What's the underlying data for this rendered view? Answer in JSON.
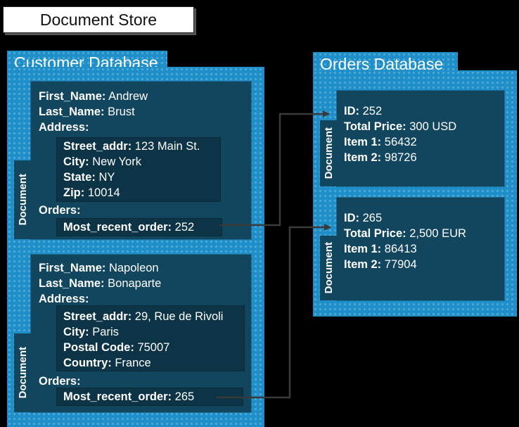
{
  "title": "Document Store",
  "doc_label": "Document",
  "customer_db": {
    "title": "Customer Database",
    "documents": [
      {
        "first_name_key": "First_Name:",
        "first_name": "Andrew",
        "last_name_key": "Last_Name:",
        "last_name": "Brust",
        "address_key": "Address:",
        "address": [
          {
            "key": "Street_addr:",
            "value": "123 Main St."
          },
          {
            "key": "City:",
            "value": "New York"
          },
          {
            "key": "State:",
            "value": "NY"
          },
          {
            "key": "Zip:",
            "value": "10014"
          }
        ],
        "orders_key": "Orders:",
        "recent_key": "Most_recent_order:",
        "recent_value": "252"
      },
      {
        "first_name_key": "First_Name:",
        "first_name": "Napoleon",
        "last_name_key": "Last_Name:",
        "last_name": "Bonaparte",
        "address_key": "Address:",
        "address": [
          {
            "key": "Street_addr:",
            "value": "29, Rue de Rivoli"
          },
          {
            "key": "City:",
            "value": "Paris"
          },
          {
            "key": "Postal Code:",
            "value": "75007"
          },
          {
            "key": "Country:",
            "value": "France"
          }
        ],
        "orders_key": "Orders:",
        "recent_key": "Most_recent_order:",
        "recent_value": "265"
      }
    ]
  },
  "orders_db": {
    "title": "Orders Database",
    "documents": [
      {
        "fields": [
          {
            "key": "ID:",
            "value": "252"
          },
          {
            "key": "Total Price:",
            "value": "300 USD"
          },
          {
            "key": "Item 1:",
            "value": "56432"
          },
          {
            "key": "Item 2:",
            "value": "98726"
          }
        ]
      },
      {
        "fields": [
          {
            "key": "ID:",
            "value": "265"
          },
          {
            "key": "Total Price:",
            "value": "2,500 EUR"
          },
          {
            "key": "Item 1:",
            "value": "86413"
          },
          {
            "key": "Item 2:",
            "value": "77904"
          }
        ]
      }
    ]
  },
  "colors": {
    "database_blue": "#1f8fc9",
    "document_navy": "#12465f",
    "subdocument_navy": "#0c3346",
    "background": "#000000"
  }
}
